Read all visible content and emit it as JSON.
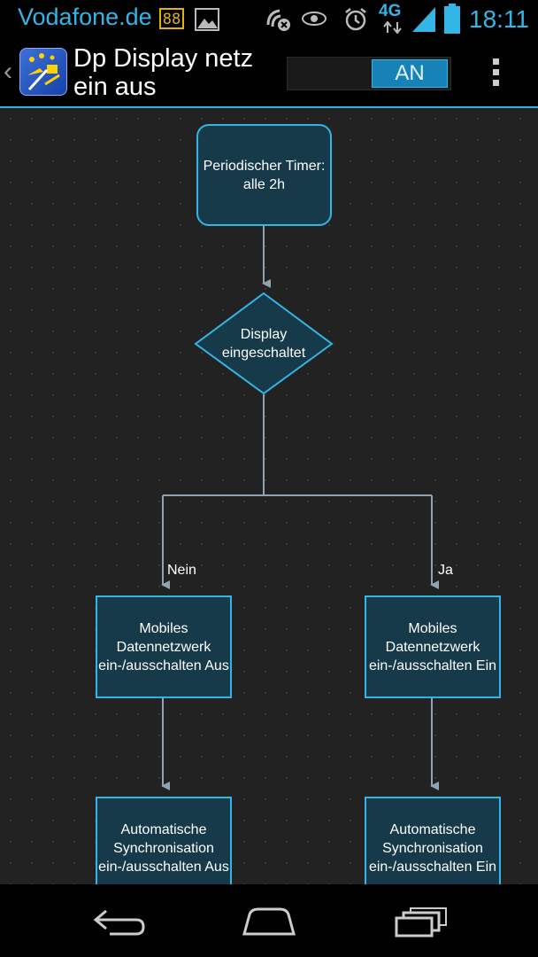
{
  "status_bar": {
    "carrier": "Vodafone.de",
    "notification_badge": "88",
    "network_type": "4G",
    "time": "18:11",
    "icons": [
      "notification-88-icon",
      "image-icon",
      "nfc-off-icon",
      "eye-icon",
      "alarm-icon",
      "network-4g-icon",
      "signal-icon",
      "battery-icon"
    ]
  },
  "action_bar": {
    "title": "Dp Display netz ein aus",
    "toggle_label": "AN",
    "toggle_state": "on",
    "icons": [
      "up-chevron-icon",
      "app-icon",
      "overflow-menu-icon"
    ]
  },
  "flowchart": {
    "start": "Periodischer Timer: alle 2h",
    "decision": "Display eingeschaltet",
    "branch_no_label": "Nein",
    "branch_yes_label": "Ja",
    "no_action_1": "Mobiles Datennetzwerk ein-/ausschalten Aus",
    "yes_action_1": "Mobiles Datennetzwerk ein-/ausschalten Ein",
    "no_action_2": "Automatische Synchronisation ein-/ausschalten Aus",
    "yes_action_2": "Automatische Synchronisation ein-/ausschalten Ein"
  },
  "nav_bar": {
    "icons": [
      "back-icon",
      "home-icon",
      "recent-apps-icon"
    ]
  },
  "colors": {
    "accent": "#33b5e5",
    "node_fill": "#173a4b",
    "connector": "#8fa4b0",
    "background": "#222222"
  }
}
